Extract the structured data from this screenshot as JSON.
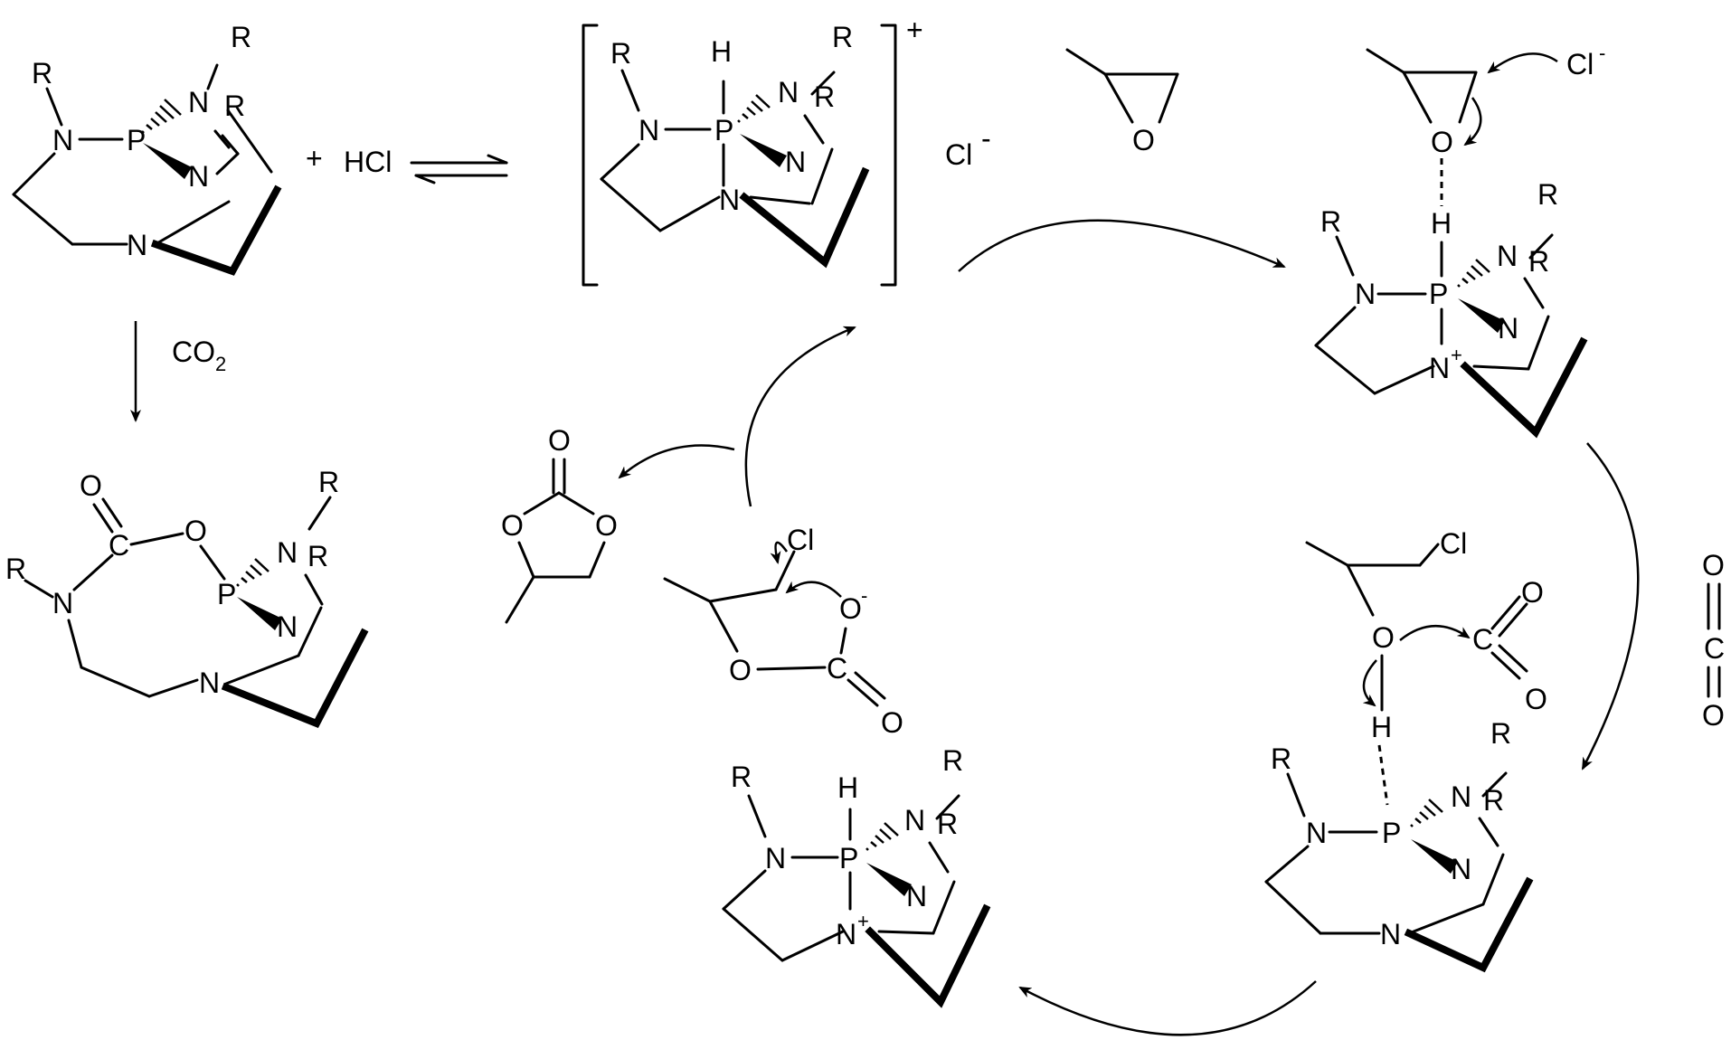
{
  "labels": {
    "R": "R",
    "N": "N",
    "P": "P",
    "H": "H",
    "O": "O",
    "C": "C",
    "Cl": "Cl",
    "plus_sign": "+",
    "minus_sign": "-",
    "hcl": "HCl",
    "cl_minus": "Cl",
    "co2_co": "CO",
    "co2_sub": "2"
  },
  "colors": {
    "ink": "#000000",
    "background": "#ffffff"
  }
}
